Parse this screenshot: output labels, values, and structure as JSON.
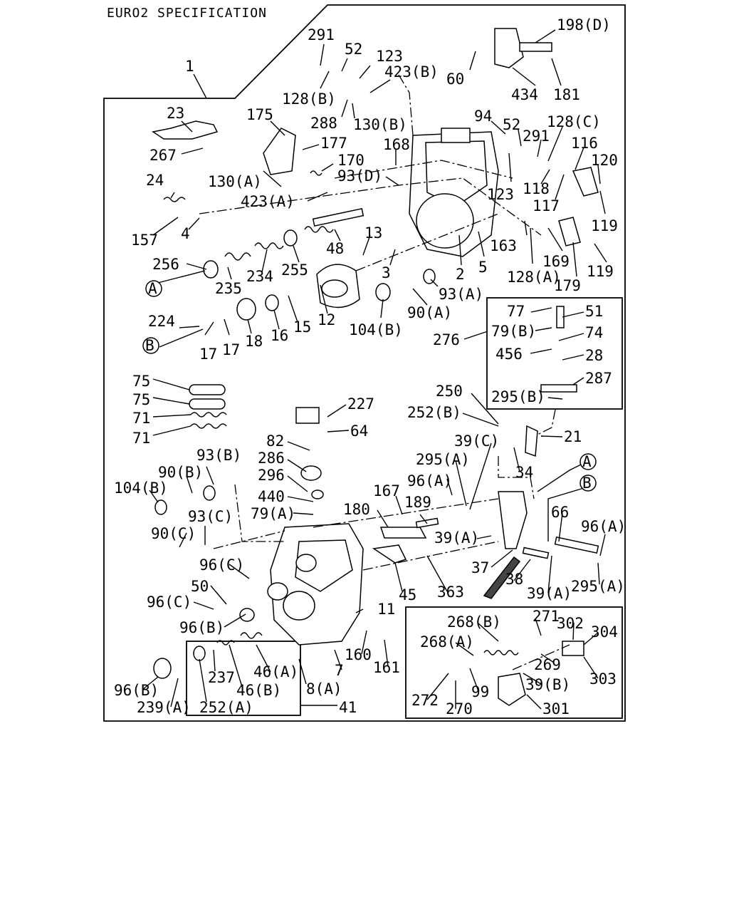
{
  "title": "EURO2 SPECIFICATION",
  "callouts": {
    "A": "A",
    "B": "B"
  },
  "part_labels": [
    "1",
    "291",
    "52",
    "123",
    "423(B)",
    "198(D)",
    "60",
    "434",
    "181",
    "128(B)",
    "288",
    "130(B)",
    "23",
    "175",
    "177",
    "267",
    "170",
    "130(A)",
    "93(D)",
    "168",
    "94",
    "52",
    "291",
    "128(C)",
    "116",
    "120",
    "123",
    "118",
    "117",
    "119",
    "24",
    "423(A)",
    "157",
    "4",
    "13",
    "48",
    "256",
    "235",
    "234",
    "255",
    "3",
    "163",
    "128(A)",
    "169",
    "2",
    "5",
    "119",
    "179",
    "93(A)",
    "90(A)",
    "104(B)",
    "224",
    "17",
    "17",
    "18",
    "16",
    "15",
    "12",
    "77",
    "51",
    "79(B)",
    "74",
    "276",
    "456",
    "28",
    "287",
    "295(B)",
    "75",
    "75",
    "71",
    "71",
    "227",
    "64",
    "250",
    "252(B)",
    "21",
    "82",
    "286",
    "296",
    "440",
    "79(A)",
    "93(B)",
    "90(B)",
    "104(B)",
    "39(C)",
    "34",
    "295(A)",
    "96(A)",
    "167",
    "189",
    "180",
    "39(A)",
    "90(C)",
    "93(C)",
    "66",
    "96(A)",
    "96(C)",
    "37",
    "38",
    "39(A)",
    "295(A)",
    "45",
    "363",
    "50",
    "96(C)",
    "11",
    "96(B)",
    "160",
    "161",
    "268(B)",
    "271",
    "302",
    "304",
    "268(A)",
    "269",
    "303",
    "39(B)",
    "99",
    "272",
    "270",
    "301",
    "237",
    "46(A)",
    "46(B)",
    "8(A)",
    "7",
    "96(B)",
    "239(A)",
    "252(A)",
    "41"
  ]
}
